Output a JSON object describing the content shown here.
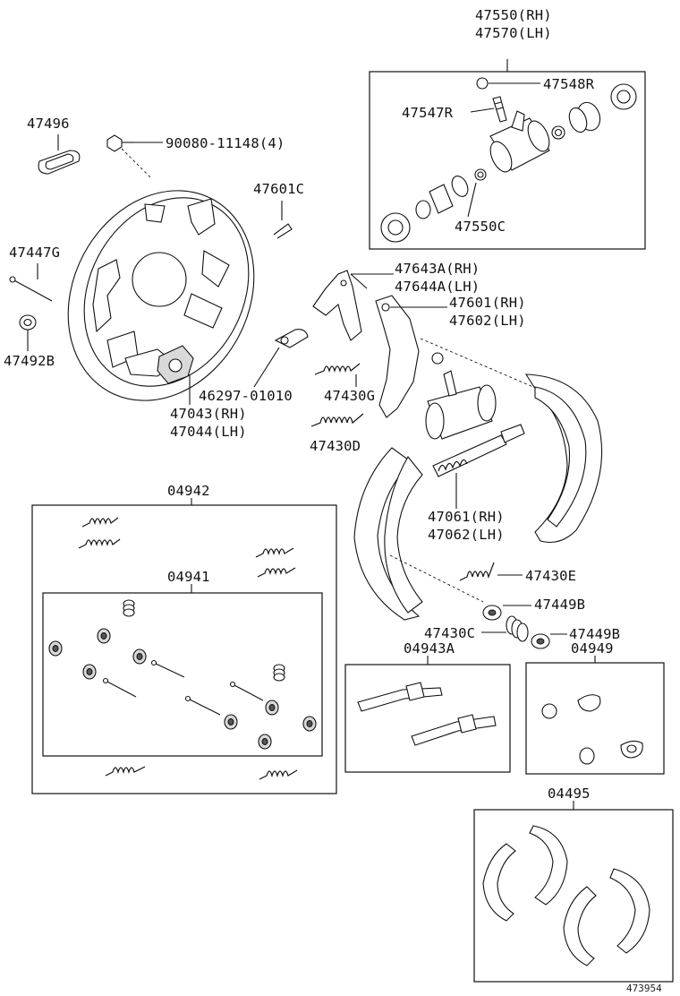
{
  "labels": {
    "wheel_cylinder_assy_rh": "47550(RH)",
    "wheel_cylinder_assy_lh": "47570(LH)",
    "bleeder_cap": "47548R",
    "bleeder_plug": "47547R",
    "cylinder_kit": "47550C",
    "hole_plug": "47496",
    "bolt": "90080-11148(4)",
    "clip": "47601C",
    "pin": "47447G",
    "cup": "47492B",
    "strut_rh": "47643A(RH)",
    "strut_lh": "47644A(LH)",
    "lever_rh": "47601(RH)",
    "lever_lh": "47602(LH)",
    "cable_end": "46297-01010",
    "spring_g": "47430G",
    "backing_plate_rh": "47043(RH)",
    "backing_plate_lh": "47044(LH)",
    "spring_d": "47430D",
    "adjuster_rh": "47061(RH)",
    "adjuster_lh": "47062(LH)",
    "spring_kit_outer": "04942",
    "spring_kit_inner": "04941",
    "spring_e": "47430E",
    "retainer_1": "47449B",
    "spring_c": "47430C",
    "retainer_2": "47449B",
    "adjuster_kit": "04943A",
    "cylinder_repair_kit": "04949",
    "shoe_kit": "04495",
    "diagram_id": "473954"
  }
}
